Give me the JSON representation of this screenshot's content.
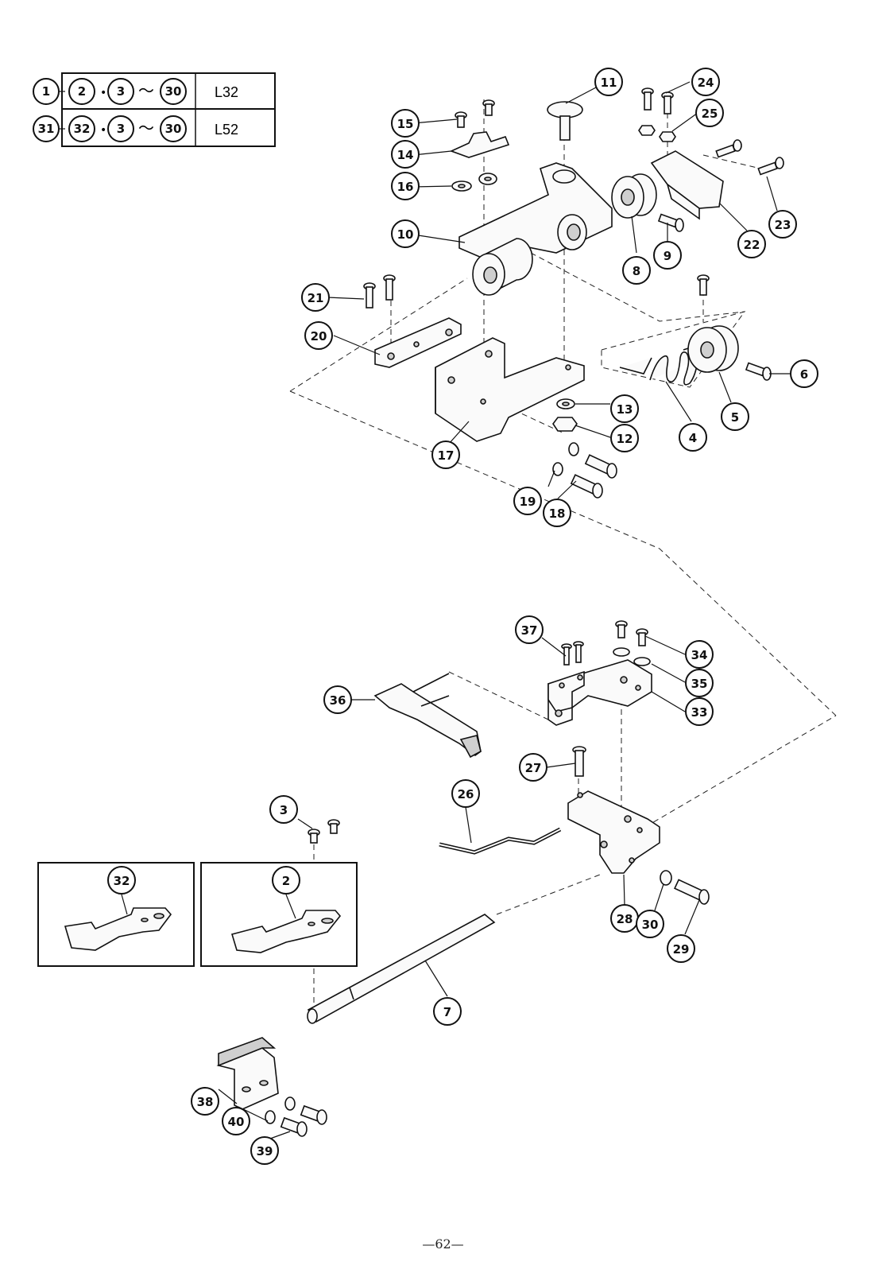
{
  "legend": {
    "rows": [
      {
        "assembly": "1",
        "parts": [
          "2",
          "3",
          "30"
        ],
        "code": "L32"
      },
      {
        "assembly": "31",
        "parts": [
          "32",
          "3",
          "30"
        ],
        "code": "L52"
      }
    ],
    "bullet": "•",
    "range_symbol": "～"
  },
  "callouts": [
    "1",
    "2",
    "3",
    "4",
    "5",
    "6",
    "7",
    "8",
    "9",
    "10",
    "11",
    "12",
    "13",
    "14",
    "15",
    "16",
    "17",
    "18",
    "19",
    "20",
    "21",
    "22",
    "23",
    "24",
    "25",
    "26",
    "27",
    "28",
    "29",
    "30",
    "31",
    "32",
    "33",
    "34",
    "35",
    "36",
    "37",
    "38",
    "39",
    "40"
  ],
  "page_number": "—62—"
}
